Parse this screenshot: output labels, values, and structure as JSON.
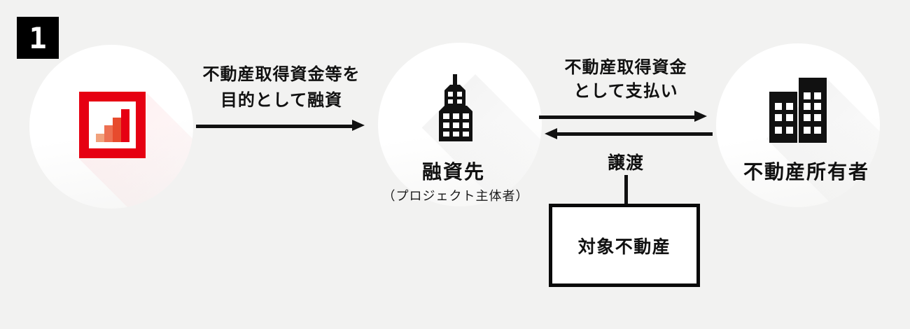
{
  "diagram": {
    "step_badge": "1",
    "background_color": "#f2f2f1",
    "ink_color": "#111111",
    "nodes": {
      "lender": {
        "icon": "bar-chart-logo-icon",
        "logo_frame_color": "#e60012",
        "logo_bar_colors": [
          "#f1a17c",
          "#ed7052",
          "#e74b2d",
          "#e60013"
        ]
      },
      "borrower": {
        "icon": "office-tower-icon",
        "label": "融資先",
        "sublabel": "（プロジェクト主体者）"
      },
      "owner": {
        "icon": "two-buildings-icon",
        "label": "不動産所有者"
      }
    },
    "flows": {
      "loan": {
        "line1": "不動産取得資金等を",
        "line2": "目的として融資",
        "direction": "right"
      },
      "payment": {
        "line1": "不動産取得資金",
        "line2": "として支払い",
        "direction": "right"
      },
      "transfer": {
        "label": "譲渡",
        "direction": "left"
      }
    },
    "property_box": {
      "label": "対象不動産"
    }
  }
}
